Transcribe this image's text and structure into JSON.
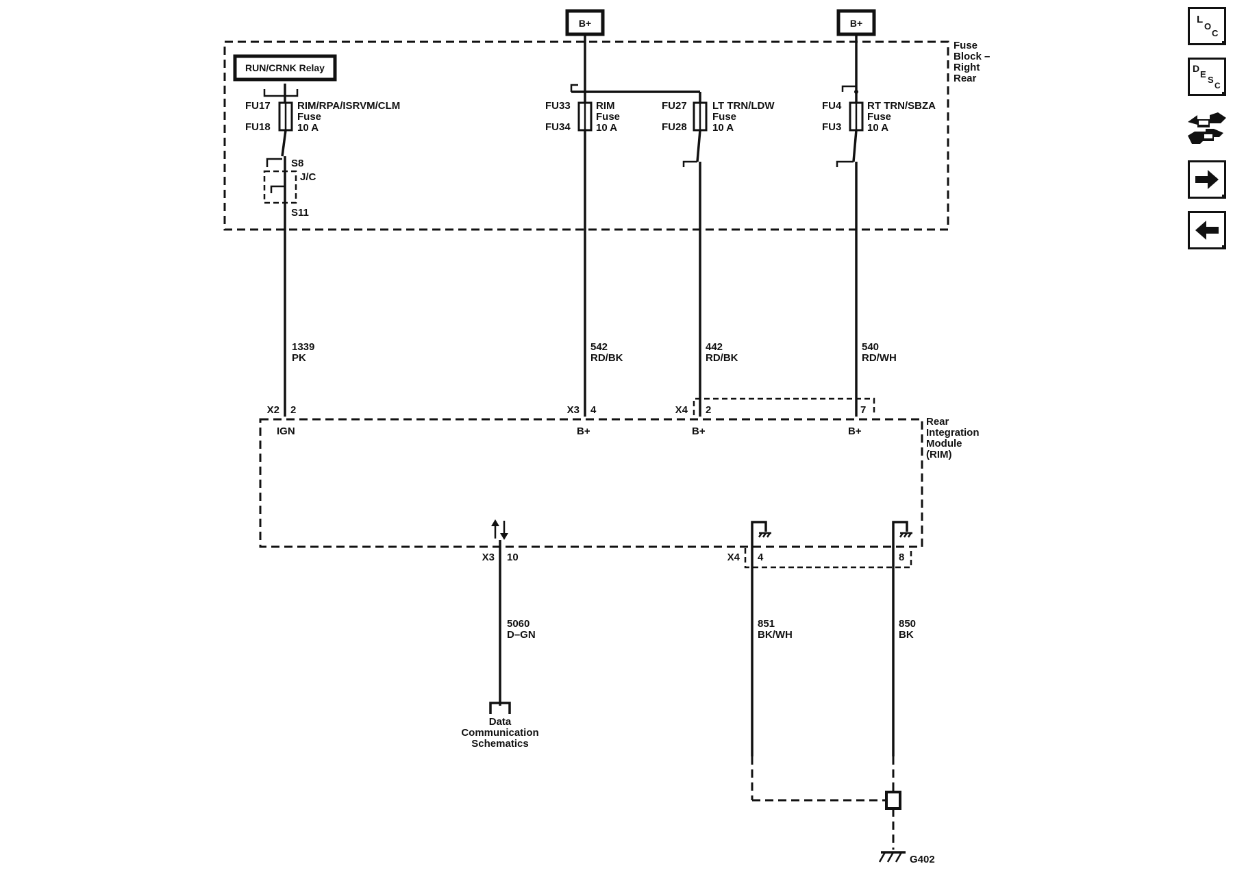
{
  "supply": {
    "bplus_left": "B+",
    "bplus_right": "B+"
  },
  "fuse_block": {
    "name_lines": [
      "Fuse",
      "Block –",
      "Right",
      "Rear"
    ],
    "relay": "RUN/CRNK Relay",
    "fuse_rim_rpa": {
      "term_top": "FU17",
      "term_bot": "FU18",
      "name": "RIM/RPA/ISRVM/CLM",
      "type": "Fuse",
      "rating": "10 A"
    },
    "fuse_rim": {
      "term_top": "FU33",
      "term_bot": "FU34",
      "name": "RIM",
      "type": "Fuse",
      "rating": "10 A"
    },
    "fuse_lt": {
      "term_top": "FU27",
      "term_bot": "FU28",
      "name": "LT TRN/LDW",
      "type": "Fuse",
      "rating": "10 A"
    },
    "fuse_rt": {
      "term_top": "FU4",
      "term_bot": "FU3",
      "name": "RT TRN/SBZA",
      "type": "Fuse",
      "rating": "10 A"
    },
    "splice_top": "S8",
    "splice_bot": "S11",
    "jc": "J/C"
  },
  "wires": {
    "w1339": {
      "circuit": "1339",
      "color": "PK"
    },
    "w542": {
      "circuit": "542",
      "color": "RD/BK"
    },
    "w442": {
      "circuit": "442",
      "color": "RD/BK"
    },
    "w540": {
      "circuit": "540",
      "color": "RD/WH"
    },
    "w5060": {
      "circuit": "5060",
      "color": "D–GN"
    },
    "w851": {
      "circuit": "851",
      "color": "BK/WH"
    },
    "w850": {
      "circuit": "850",
      "color": "BK"
    }
  },
  "module": {
    "name_lines": [
      "Rear",
      "Integration",
      "Module",
      "(RIM)"
    ],
    "pins_top": [
      {
        "conn": "X2",
        "pin": "2",
        "func": "IGN"
      },
      {
        "conn": "X3",
        "pin": "4",
        "func": "B+"
      },
      {
        "conn": "X4",
        "pin": "2",
        "func": "B+"
      },
      {
        "conn": "",
        "pin": "7",
        "func": "B+"
      }
    ],
    "pins_bottom": [
      {
        "conn": "X3",
        "pin": "10"
      },
      {
        "conn": "X4",
        "pin": "4"
      },
      {
        "conn": "",
        "pin": "8"
      }
    ]
  },
  "data_comm_lines": [
    "Data",
    "Communication",
    "Schematics"
  ],
  "ground": "G402",
  "nav": {
    "loc": {
      "l": "L",
      "o": "O",
      "c": "C"
    },
    "desc": {
      "d": "D",
      "e": "E",
      "s": "S",
      "c": "C"
    },
    "icons": [
      "connector-icon",
      "arrow-right-icon",
      "arrow-left-icon"
    ]
  }
}
